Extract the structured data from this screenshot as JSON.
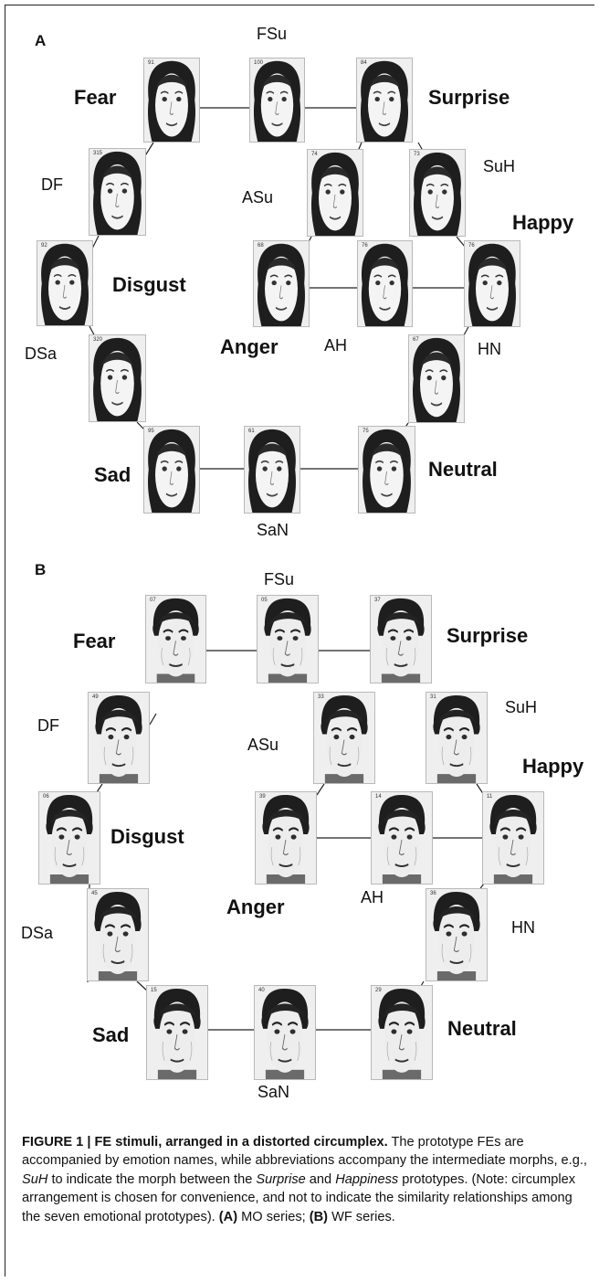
{
  "panel_a": {
    "letter": "A",
    "labels": {
      "fear": "Fear",
      "fsu": "FSu",
      "surprise": "Surprise",
      "df": "DF",
      "asu": "ASu",
      "suh": "SuH",
      "happy": "Happy",
      "disgust": "Disgust",
      "anger": "Anger",
      "ah": "AH",
      "dsa": "DSa",
      "hn": "HN",
      "sad": "Sad",
      "neutral": "Neutral",
      "san": "SaN"
    },
    "photo_numbers": [
      "91",
      "100",
      "84",
      "315",
      "74",
      "73",
      "92",
      "68",
      "76",
      "76",
      "320",
      "67",
      "95",
      "61",
      "75"
    ]
  },
  "panel_b": {
    "letter": "B",
    "labels": {
      "fear": "Fear",
      "fsu": "FSu",
      "surprise": "Surprise",
      "df": "DF",
      "asu": "ASu",
      "suh": "SuH",
      "happy": "Happy",
      "disgust": "Disgust",
      "anger": "Anger",
      "ah": "AH",
      "dsa": "DSa",
      "hn": "HN",
      "sad": "Sad",
      "neutral": "Neutral",
      "san": "SaN"
    },
    "photo_numbers": [
      "07",
      "05",
      "37",
      "49",
      "33",
      "31",
      "06",
      "39",
      "14",
      "11",
      "45",
      "36",
      "15",
      "40",
      "29"
    ]
  },
  "caption": {
    "title": "FIGURE 1 | FE stimuli, arranged in a distorted circumplex.",
    "t1": "The prototype FEs are accompanied by emotion names, while abbreviations accompany the intermediate morphs, e.g.,",
    "suh": "SuH",
    "t2": "to indicate the morph between the",
    "surprise": "Surprise",
    "t3": "and",
    "happiness": "Happiness",
    "t4": "prototypes. (Note: circumplex arrangement is chosen for convenience, and not to indicate the similarity relationships among the seven emotional prototypes).",
    "a_label": "(A)",
    "a_text": "MO series;",
    "b_label": "(B)",
    "b_text": "WF series."
  }
}
